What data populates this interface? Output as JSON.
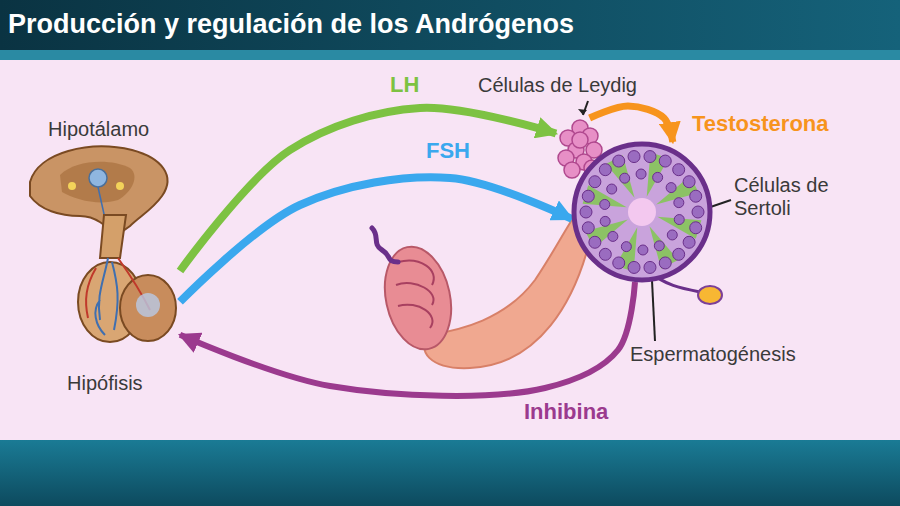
{
  "diagram": {
    "title": "Producción y regulación de los Andrógenos",
    "nodes": [
      {
        "text": [
          "Hipotálamo"
        ]
      },
      {
        "text": [
          "Hipófisis"
        ]
      },
      {
        "text": [
          "Células de Leydig"
        ]
      },
      {
        "text": [
          "Células de Sertoli"
        ]
      }
    ],
    "edges": [
      {
        "from": 1,
        "to": 2,
        "label": "LH",
        "arrow": "to"
      },
      {
        "from": 1,
        "to": 3,
        "label": "FSH",
        "arrow": "to"
      },
      {
        "from": 3,
        "to": 1,
        "label": "Inhibina",
        "arrow": "to"
      },
      {
        "from": 2,
        "to": 3,
        "label": "Testosterona",
        "arrow": "to"
      }
    ],
    "labels": [
      "Espermatogénesis"
    ]
  }
}
